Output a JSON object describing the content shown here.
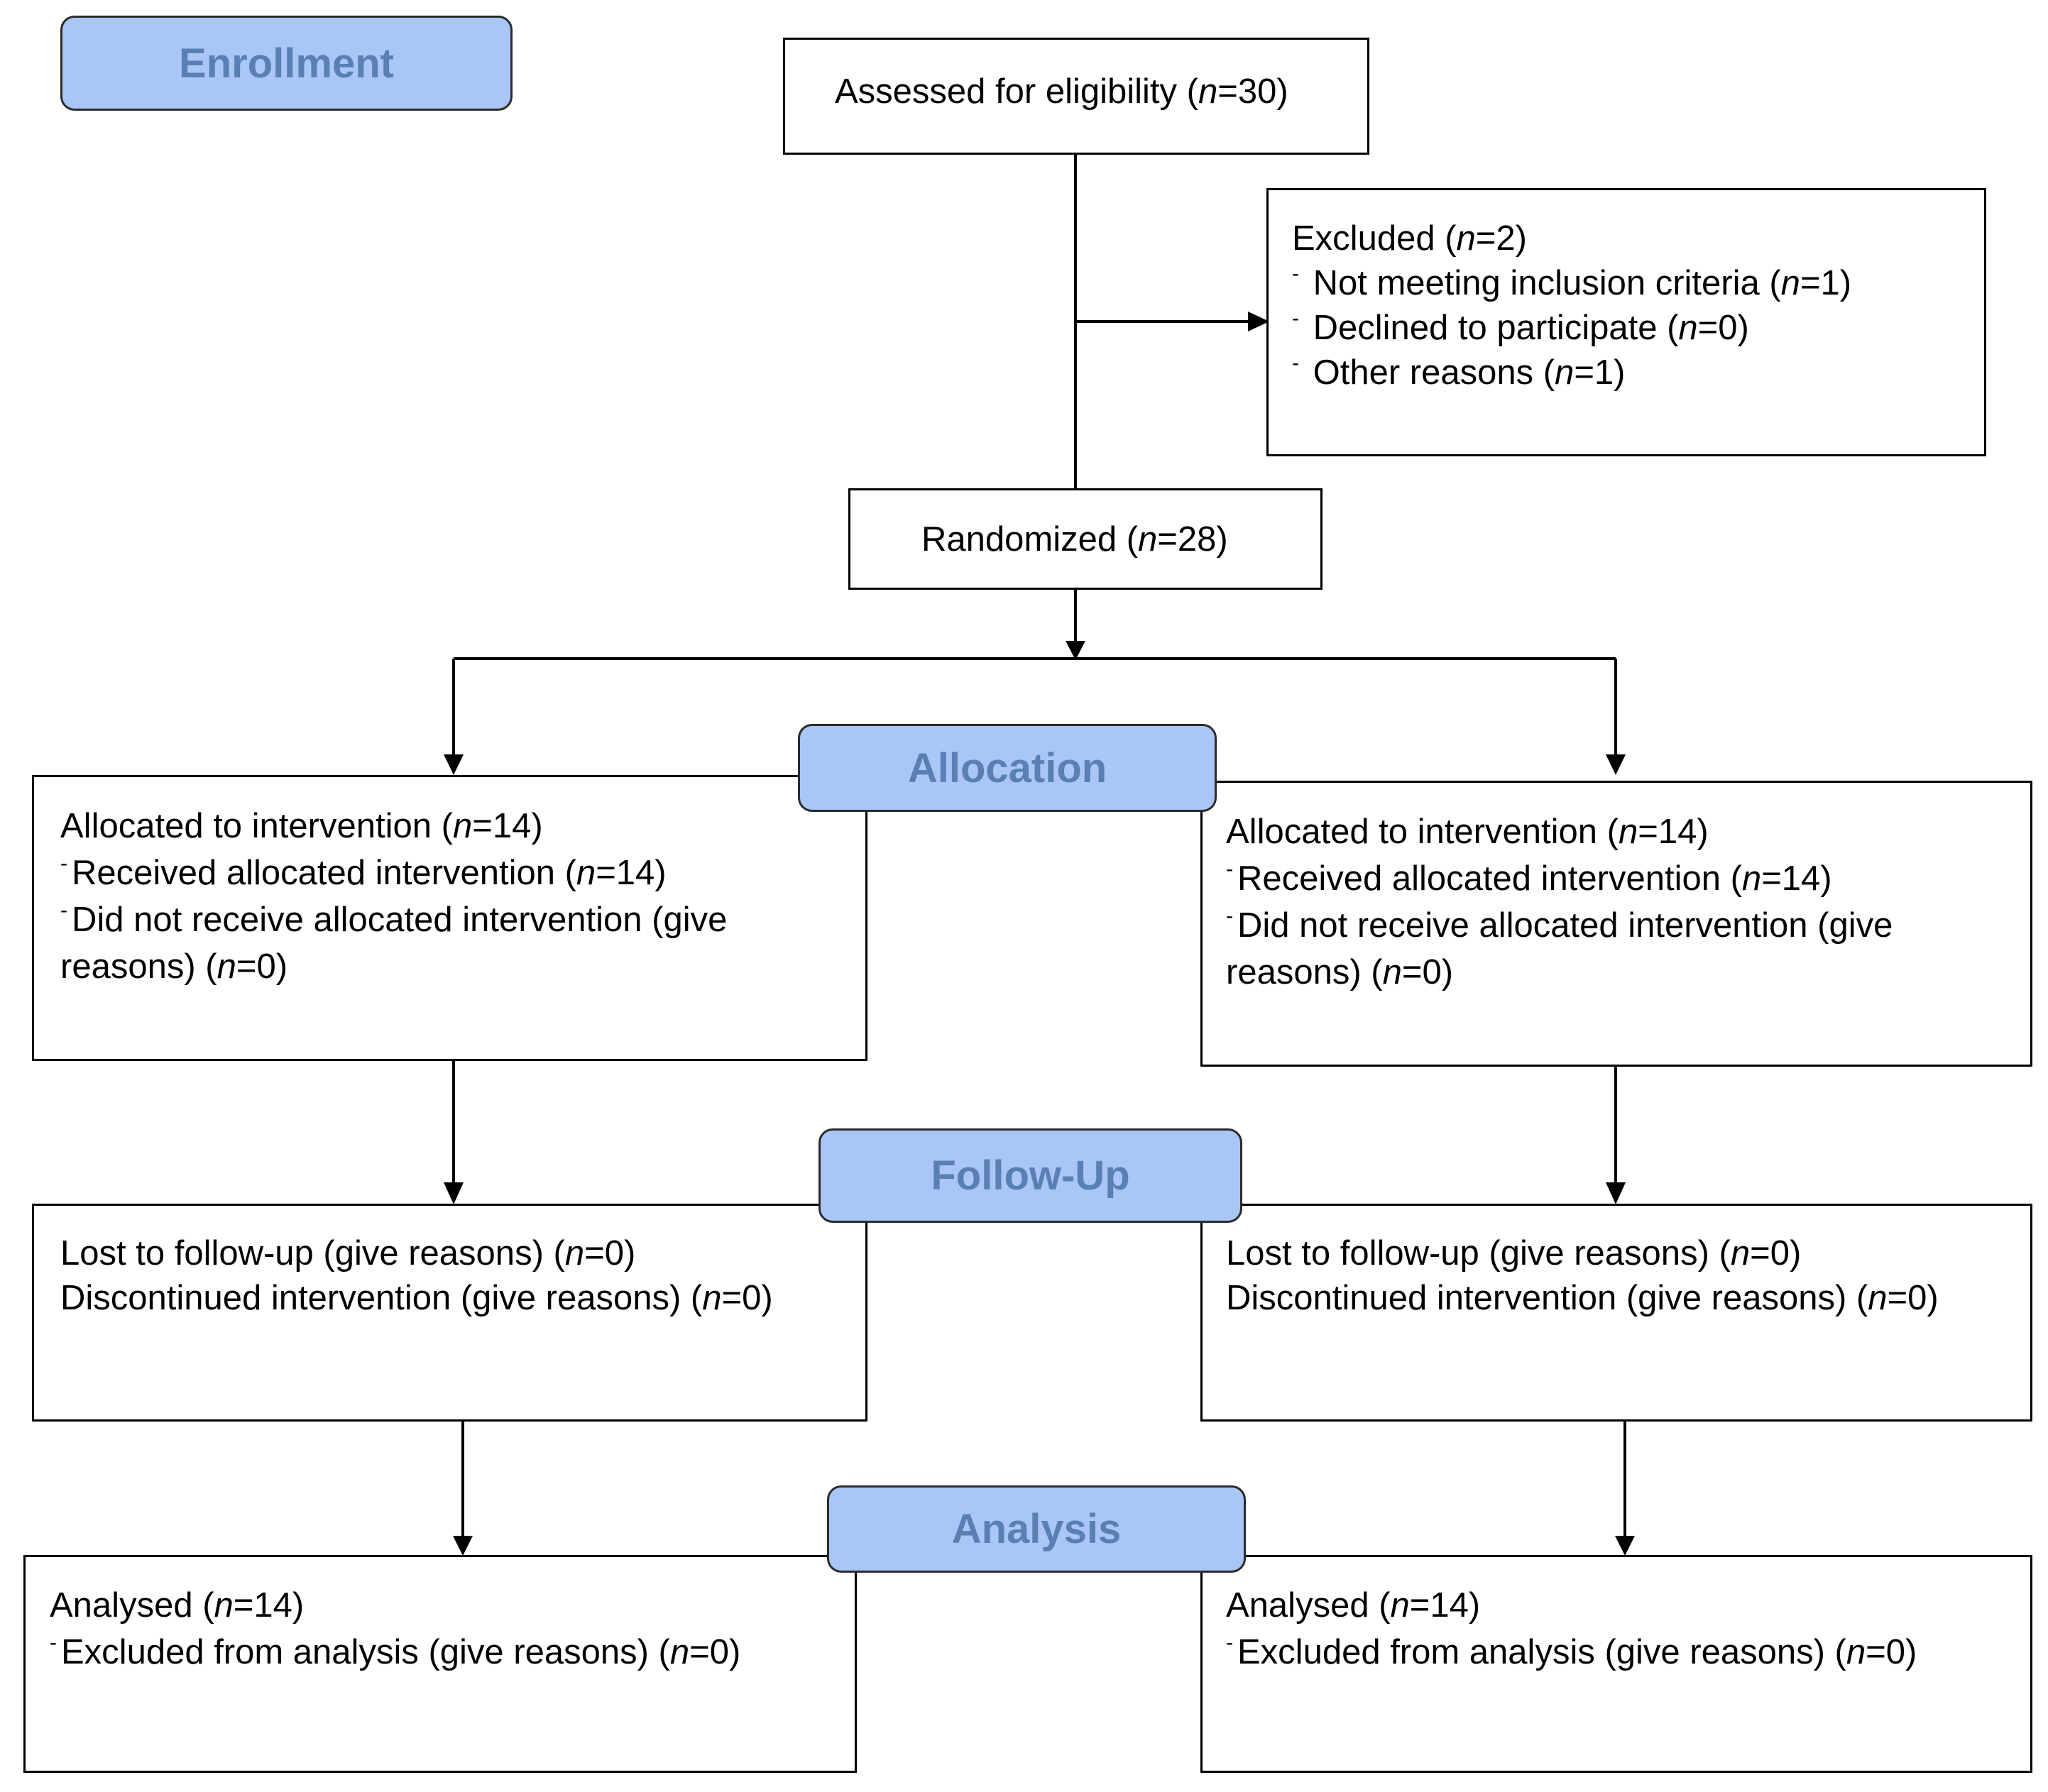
{
  "stages": {
    "enrollment": "Enrollment",
    "allocation": "Allocation",
    "follow_up": "Follow-Up",
    "analysis": "Analysis"
  },
  "assessed": {
    "label": "Assessed for eligibility (",
    "n_sym": "n",
    "n_val": "=30)"
  },
  "excluded": {
    "title": "Excluded  (",
    "title_n": "=2)",
    "reasons": [
      {
        "dash": "-",
        "label": "Not meeting inclusion criteria (",
        "n_val": "=1)"
      },
      {
        "dash": "-",
        "label": "Declined to participate (",
        "n_val": "=0)"
      },
      {
        "dash": "-",
        "label": "Other reasons (",
        "n_val": "=1)"
      }
    ]
  },
  "randomized": {
    "label": "Randomized (",
    "n_val": "=28)"
  },
  "allocation": {
    "left": {
      "title": "Allocated to intervention  (",
      "title_n": "=14)",
      "received": "Received  allocated intervention  (",
      "received_n": "=14)",
      "not_received": "Did not receive  allocated intervention  (give",
      "not_received_2": "reasons) (",
      "not_received_n": "=0)"
    },
    "right": {
      "title": "Allocated to intervention  (",
      "title_n": "=14)",
      "received": "Received  allocated intervention  (",
      "received_n": "=14)",
      "not_received": "Did not receive  allocated intervention  (give",
      "not_received_2": "reasons) (",
      "not_received_n": "=0)"
    }
  },
  "follow_up": {
    "left": {
      "lost": "Lost to follow-up  (give  reasons) (",
      "lost_n": "=0)",
      "disc": "Discontinued intervention  (give  reasons) (",
      "disc_n": "=0)"
    },
    "right": {
      "lost": "Lost to follow-up  (give  reasons) (",
      "lost_n": "=0)",
      "disc": "Discontinued intervention  (give  reasons) (",
      "disc_n": "=0)"
    }
  },
  "analysis": {
    "left": {
      "analysed": "Analysed  (",
      "analysed_n": "=14)",
      "excl": "Excluded from analysis (give  reasons) (",
      "excl_n": "=0)"
    },
    "right": {
      "analysed": "Analysed  (",
      "analysed_n": "=14)",
      "excl": "Excluded from analysis (give  reasons) (",
      "excl_n": "=0)"
    }
  },
  "n_symbol": "n"
}
